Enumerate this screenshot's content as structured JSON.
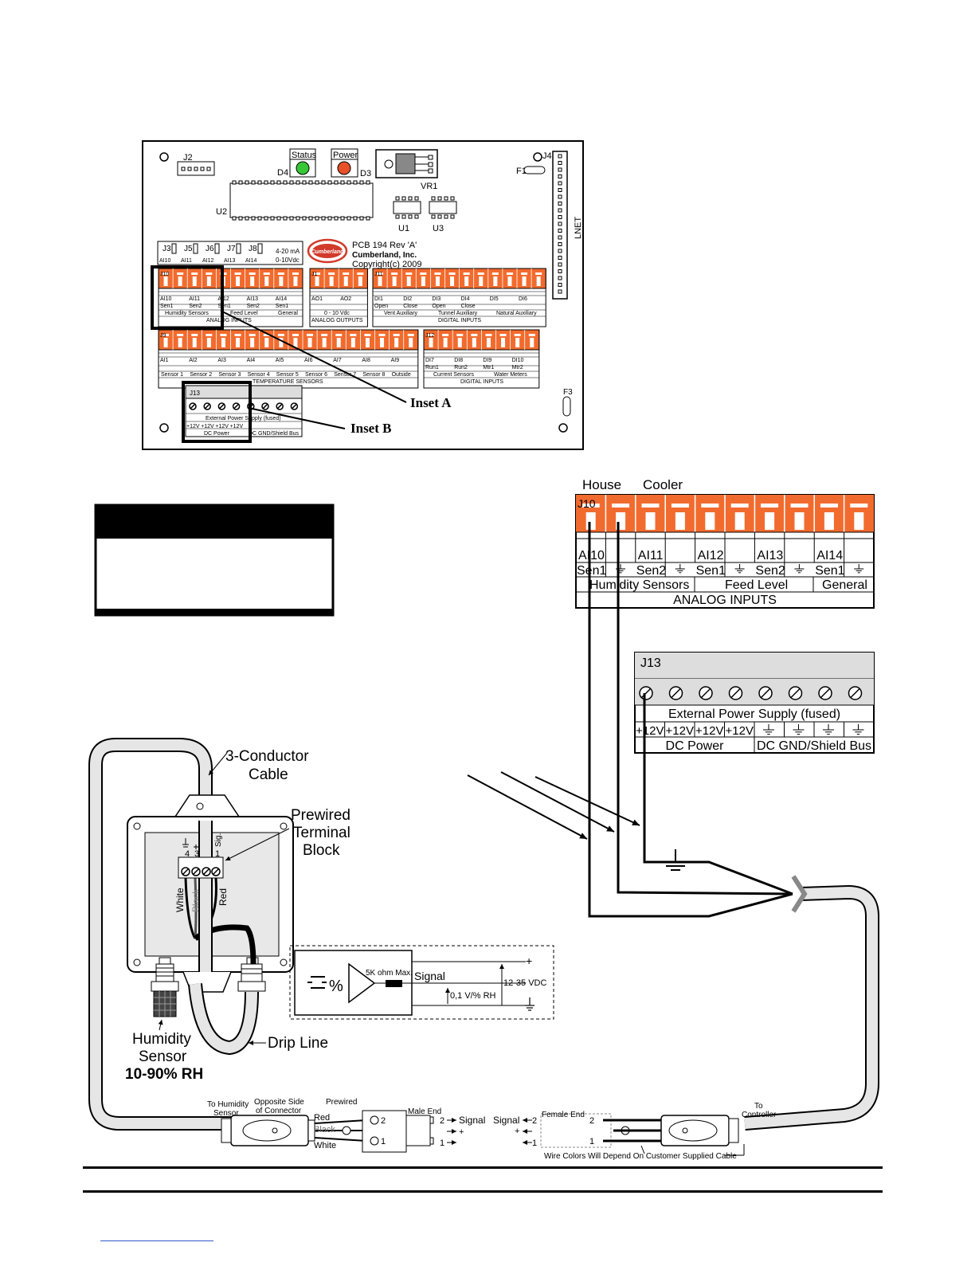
{
  "board": {
    "j2": "J2",
    "status": "Status",
    "power": "Power",
    "d4": "D4",
    "d3": "D3",
    "vr1": "VR1",
    "j4": "J4",
    "f1": "F1",
    "u2": "U2",
    "u1": "U1",
    "u3": "U3",
    "lnet": "LNET",
    "jumpers": [
      "J3",
      "J5",
      "J6",
      "J7",
      "J8"
    ],
    "jumper_ai": [
      "AI10",
      "AI11",
      "AI12",
      "AI13",
      "AI14"
    ],
    "jumper_note1": "4-20 mA",
    "jumper_note2": "0-10Vdc",
    "pcb_line1": "PCB 194 Rev 'A'",
    "pcb_line2": "Cumberland, Inc.",
    "pcb_line3": "Copyright(c) 2009",
    "logo": "Cumberland",
    "j10": "J10",
    "j1": "J1",
    "j11": "J11",
    "j9": "J9",
    "j12": "J12",
    "j13": "J13",
    "analog_inputs": "ANALOG INPUTS",
    "analog_outputs": "ANALOG OUTPUTS",
    "digital_inputs": "DIGITAL INPUTS",
    "temperature_sensors": "TEMPERATURE SENSORS",
    "humidity_sensors": "Humidity Sensors",
    "feed_level": "Feed Level",
    "general": "General",
    "ao_range": "0 - 10 Vdc",
    "vent_aux": "Vent Auxiliary",
    "tunnel_aux": "Tunnel Auxiliary",
    "natural_aux": "Natural Auxiliary",
    "current_sensors": "Current Sensors",
    "water_meters": "Water Meters",
    "ext_power": "External Power Supply (fused)",
    "dc_power": "DC Power",
    "dc_gnd": "DC GND/Shield Bus",
    "f3": "F3",
    "inset_a": "Inset A",
    "inset_b": "Inset B",
    "ai_top": [
      "AI10",
      "AI11",
      "AI12",
      "AI13",
      "AI14"
    ],
    "ai_sub": [
      "Sen1",
      "Sen2",
      "Sen1",
      "Sen2",
      "Sen1"
    ],
    "ao": [
      "AO1",
      "AO2"
    ],
    "di_top": [
      "DI1",
      "DI2",
      "DI3",
      "DI4",
      "DI5",
      "DI6"
    ],
    "di_sub": [
      "Open",
      "Close",
      "Open",
      "Close"
    ],
    "ai_temp": [
      "AI1",
      "AI2",
      "AI3",
      "AI4",
      "AI5",
      "AI6",
      "AI7",
      "AI8",
      "AI9"
    ],
    "temp_labels": [
      "Sensor 1",
      "Sensor 2",
      "Sensor 3",
      "Sensor 4",
      "Sensor 5",
      "Sensor 6",
      "Sensor 7",
      "Sensor 8",
      "Outside"
    ],
    "di_bottom": [
      "DI7",
      "DI8",
      "DI9",
      "DI10"
    ],
    "di_bottom_sub": [
      "Run1",
      "Run2",
      "Mtr1",
      "Mtr2"
    ],
    "p12": "+12V"
  },
  "insetA": {
    "house": "House",
    "cooler": "Cooler",
    "j10": "J10",
    "ai": [
      "AI10",
      "AI11",
      "AI12",
      "AI13",
      "AI14"
    ],
    "sen": [
      "Sen1",
      "Sen2",
      "Sen1",
      "Sen2",
      "Sen1"
    ],
    "groups": [
      "Humidity Sensors",
      "Feed Level",
      "General"
    ],
    "footer": "ANALOG INPUTS"
  },
  "insetB": {
    "j13": "J13",
    "ext": "External Power Supply (fused)",
    "p12": "+12V",
    "dc_power": "DC Power",
    "dc_gnd": "DC GND/Shield Bus"
  },
  "sensor": {
    "cable": [
      "3-Conductor",
      "Cable"
    ],
    "prewired": [
      "Prewired",
      "Terminal",
      "Block"
    ],
    "term_nums": [
      "4",
      "3",
      "1"
    ],
    "term_sig": "Sig.",
    "wires": [
      "White",
      "Black",
      "Red"
    ],
    "humidity": [
      "Humidity",
      "Sensor"
    ],
    "range": "10-90% RH",
    "drip": "Drip Line"
  },
  "schematic": {
    "pct": "%",
    "rmax": "5K ohm Max.",
    "signal": "Signal",
    "vdc": "12-35 VDC",
    "vrh": "0,1 V/% RH",
    "plus": "+"
  },
  "connector": {
    "to_humidity": [
      "To Humidity",
      "Sensor"
    ],
    "opposite": [
      "Opposite Side",
      "of Connector"
    ],
    "prewired": "Prewired",
    "colors": [
      "Red",
      "Black",
      "White"
    ],
    "male": "Male End",
    "female": "Female End",
    "pins": [
      "2",
      "1"
    ],
    "signal": "Signal",
    "to_controller": [
      "To",
      "Controller"
    ],
    "wire_note": "Wire Colors Will Depend On Customer Supplied Cable"
  },
  "colors": {
    "orange": "#F26B2E",
    "green": "#37C837",
    "red": "#E8502A"
  }
}
